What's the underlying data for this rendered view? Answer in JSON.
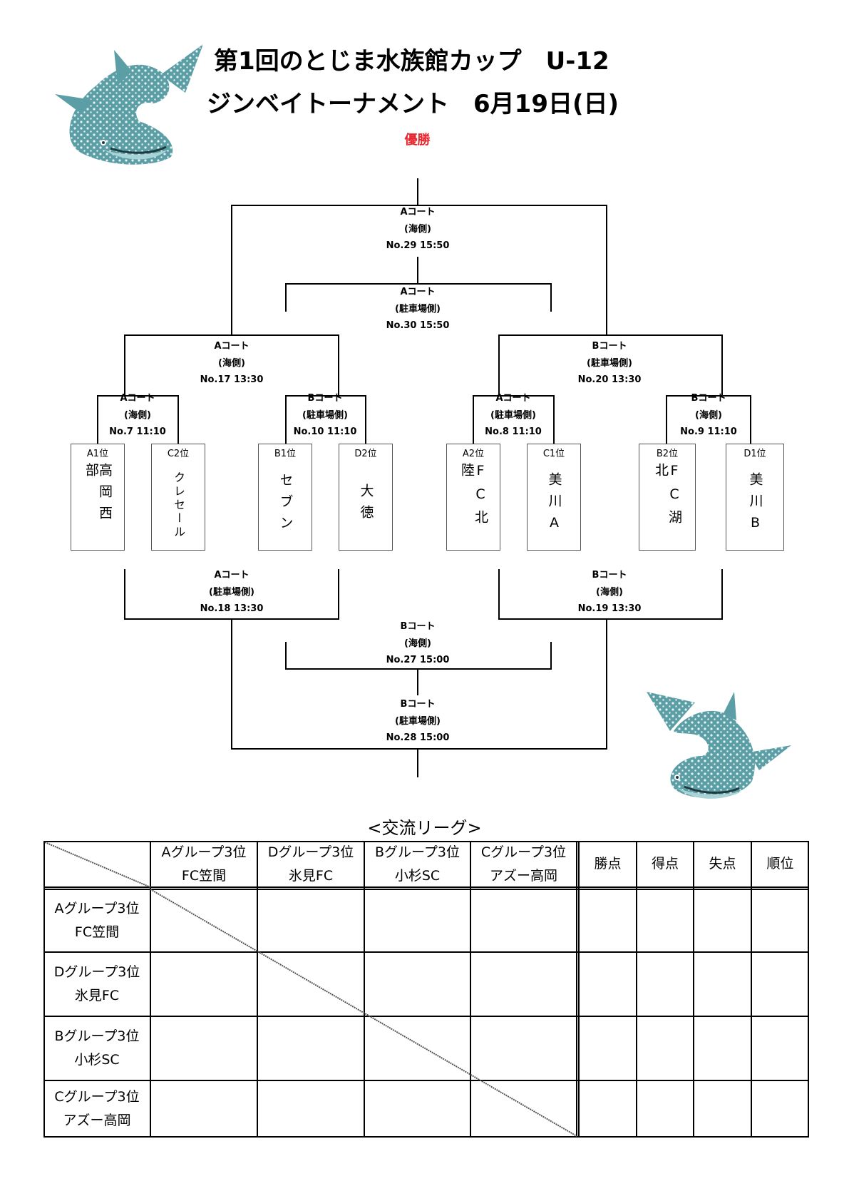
{
  "header": {
    "title_line1": "第1回のとじま水族館カップ　U-12",
    "title_line2": "ジンベイトーナメント　6月19日(日)",
    "winner_label": "優勝"
  },
  "bracket": {
    "matches": [
      {
        "id": "m29",
        "court": "Aコート",
        "side": "(海側)",
        "no": "No.29 15:50"
      },
      {
        "id": "m30",
        "court": "Aコート",
        "side": "(駐車場側)",
        "no": "No.30 15:50"
      },
      {
        "id": "m17",
        "court": "Aコート",
        "side": "(海側)",
        "no": "No.17 13:30"
      },
      {
        "id": "m20",
        "court": "Bコート",
        "side": "(駐車場側)",
        "no": "No.20 13:30"
      },
      {
        "id": "m7",
        "court": "Aコート",
        "side": "(海側)",
        "no": "No.7 11:10"
      },
      {
        "id": "m10",
        "court": "Bコート",
        "side": "(駐車場側)",
        "no": "No.10 11:10"
      },
      {
        "id": "m8",
        "court": "Aコート",
        "side": "(駐車場側)",
        "no": "No.8 11:10"
      },
      {
        "id": "m9",
        "court": "Bコート",
        "side": "(海側)",
        "no": "No.9 11:10"
      },
      {
        "id": "m18",
        "court": "Aコート",
        "side": "(駐車場側)",
        "no": "No.18 13:30"
      },
      {
        "id": "m19",
        "court": "Bコート",
        "side": "(海側)",
        "no": "No.19 13:30"
      },
      {
        "id": "m27",
        "court": "Bコート",
        "side": "(海側)",
        "no": "No.27 15:00"
      },
      {
        "id": "m28",
        "court": "Bコート",
        "side": "(駐車場側)",
        "no": "No.28 15:00"
      }
    ],
    "teams": [
      {
        "seed": "A1位",
        "name": "高岡西部"
      },
      {
        "seed": "C2位",
        "name": "クレセール"
      },
      {
        "seed": "B1位",
        "name": "セブン"
      },
      {
        "seed": "D2位",
        "name": "大徳"
      },
      {
        "seed": "A2位",
        "name": "FC北陸"
      },
      {
        "seed": "C1位",
        "name": "美川A"
      },
      {
        "seed": "B2位",
        "name": "FC湖北"
      },
      {
        "seed": "D1位",
        "name": "美川B"
      }
    ]
  },
  "league": {
    "title": "<交流リーグ>",
    "teams": [
      {
        "group": "Aグループ3位",
        "name": "FC笠間"
      },
      {
        "group": "Dグループ3位",
        "name": "氷見FC"
      },
      {
        "group": "Bグループ3位",
        "name": "小杉SC"
      },
      {
        "group": "Cグループ3位",
        "name": "アズー高岡"
      }
    ],
    "stat_headers": [
      "勝点",
      "得点",
      "失点",
      "順位"
    ]
  },
  "colors": {
    "winner": "#e8262d",
    "shark_body": "#5c9ea6",
    "shark_belly": "#a9d3d6",
    "line": "#000000"
  },
  "icons": {
    "shark_left": "whale-shark-illustration",
    "shark_right": "whale-shark-illustration"
  }
}
